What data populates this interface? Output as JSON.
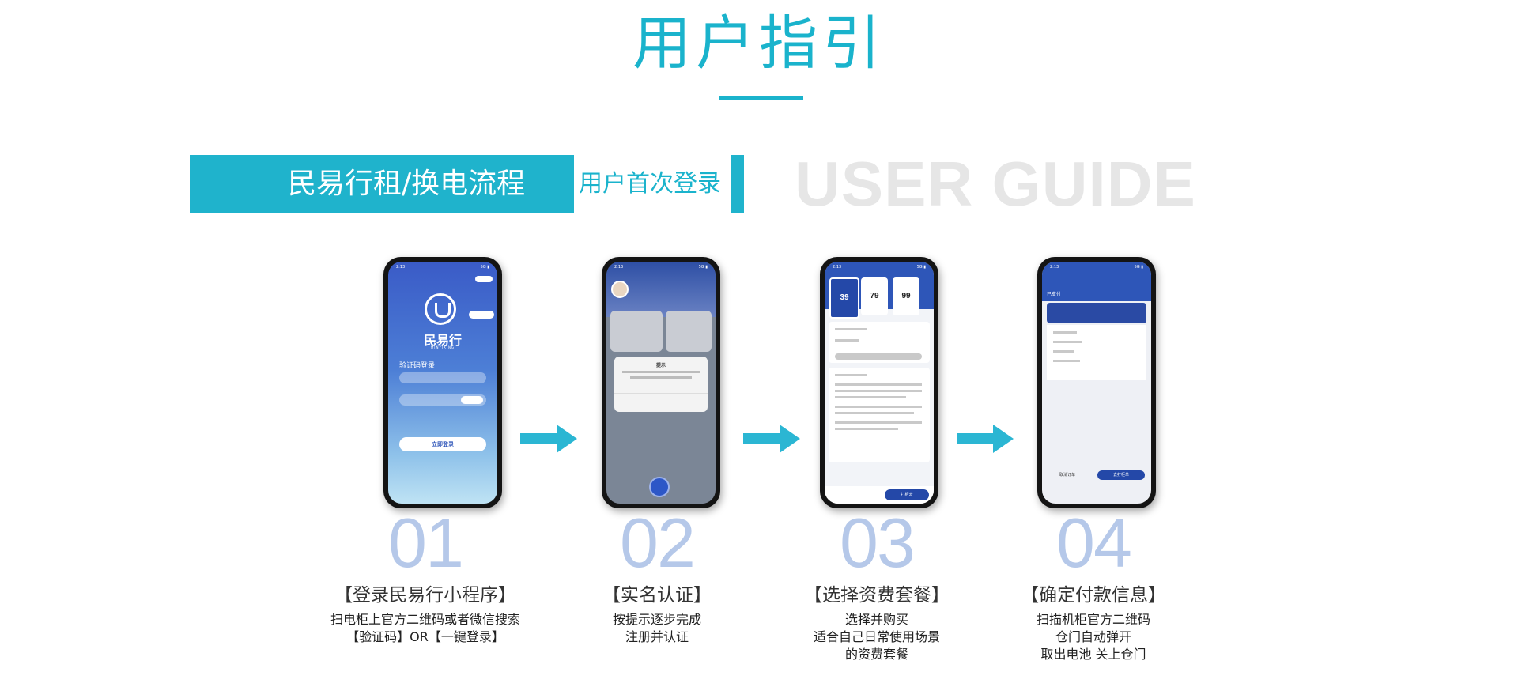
{
  "title": "用户指引",
  "banner": {
    "main": "民易行租/换电流程",
    "sub": "用户首次登录",
    "watermark": "USER GUIDE"
  },
  "steps": [
    {
      "number": "01",
      "caption": "【登录民易行小程序】",
      "desc": [
        "扫电柜上官方二维码或者微信搜索",
        "【验证码】OR【一键登录】"
      ]
    },
    {
      "number": "02",
      "caption": "【实名认证】",
      "desc": [
        "按提示逐步完成",
        "注册并认证"
      ]
    },
    {
      "number": "03",
      "caption": "【选择资费套餐】",
      "desc": [
        "选择并购买",
        "适合自己日常使用场景",
        "的资费套餐"
      ]
    },
    {
      "number": "04",
      "caption": "【确定付款信息】",
      "desc": [
        "扫描机柜官方二维码",
        "仓门自动弹开",
        "取出电池 关上仓门"
      ]
    }
  ],
  "phones": {
    "p1": {
      "time": "2:13",
      "logo": "民易行",
      "logo_sub": "MINYIXING",
      "login_label": "验证码登录",
      "login_button": "立即登录"
    },
    "p2": {
      "time": "2:13",
      "dialog_title": "提示"
    },
    "p3": {
      "time": "2:13",
      "plans": [
        "39",
        "79",
        "99"
      ],
      "pay_button": "打柜去"
    },
    "p4": {
      "time": "2:13",
      "status": "已支付",
      "cancel": "取消订单",
      "confirm": "去打柜单"
    }
  },
  "colors": {
    "accent": "#1ab3cc",
    "arrow": "#2bb6d3",
    "phone_blue": "#2e56b8"
  }
}
